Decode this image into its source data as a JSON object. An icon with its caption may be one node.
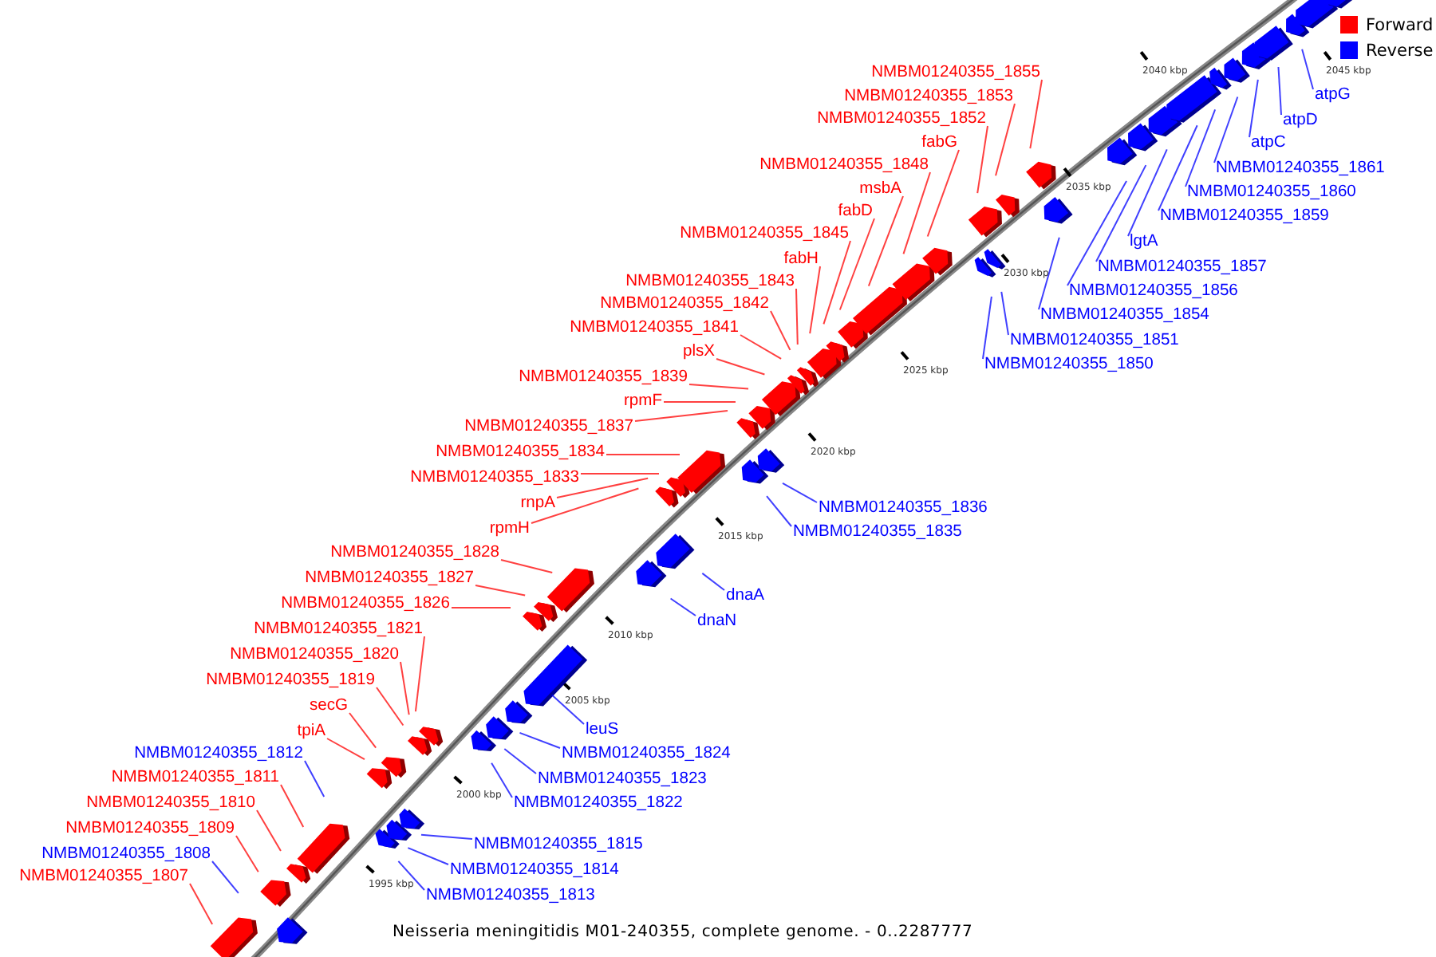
{
  "diagram": {
    "caption": "Neisseria meningitidis M01-240355, complete genome. - 0..2287777",
    "nodes": [
      {
        "text": [
          "NMBM01240355_1855"
        ]
      },
      {
        "text": [
          "atpG"
        ]
      },
      {
        "text": [
          "NMBM01240355_1853"
        ]
      },
      {
        "text": [
          "NMBM01240355_1852"
        ]
      },
      {
        "text": [
          "atpD"
        ]
      },
      {
        "text": [
          "fabG"
        ]
      },
      {
        "text": [
          "atpC"
        ]
      },
      {
        "text": [
          "NMBM01240355_1848"
        ]
      },
      {
        "text": [
          "NMBM01240355_1861"
        ]
      },
      {
        "text": [
          "msbA"
        ]
      },
      {
        "text": [
          "NMBM01240355_1860"
        ]
      },
      {
        "text": [
          "fabD"
        ]
      },
      {
        "text": [
          "NMBM01240355_1859"
        ]
      },
      {
        "text": [
          "NMBM01240355_1845"
        ]
      },
      {
        "text": [
          "lgtA"
        ]
      },
      {
        "text": [
          "fabH"
        ]
      },
      {
        "text": [
          "NMBM01240355_1857"
        ]
      },
      {
        "text": [
          "NMBM01240355_1843"
        ]
      },
      {
        "text": [
          "NMBM01240355_1856"
        ]
      },
      {
        "text": [
          "NMBM01240355_1842"
        ]
      },
      {
        "text": [
          "NMBM01240355_1854"
        ]
      },
      {
        "text": [
          "NMBM01240355_1841"
        ]
      },
      {
        "text": [
          "NMBM01240355_1851"
        ]
      },
      {
        "text": [
          "plsX"
        ]
      },
      {
        "text": [
          "NMBM01240355_1850"
        ]
      },
      {
        "text": [
          "NMBM01240355_1839"
        ]
      },
      {
        "text": [
          "rpmF"
        ]
      },
      {
        "text": [
          "NMBM01240355_1837"
        ]
      },
      {
        "text": [
          "NMBM01240355_1834"
        ]
      },
      {
        "text": [
          "NMBM01240355_1833"
        ]
      },
      {
        "text": [
          "rnpA"
        ]
      },
      {
        "text": [
          "NMBM01240355_1836"
        ]
      },
      {
        "text": [
          "rpmH"
        ]
      },
      {
        "text": [
          "NMBM01240355_1835"
        ]
      },
      {
        "text": [
          "NMBM01240355_1828"
        ]
      },
      {
        "text": [
          "NMBM01240355_1827"
        ]
      },
      {
        "text": [
          "dnaA"
        ]
      },
      {
        "text": [
          "NMBM01240355_1826"
        ]
      },
      {
        "text": [
          "dnaN"
        ]
      },
      {
        "text": [
          "NMBM01240355_1821"
        ]
      },
      {
        "text": [
          "NMBM01240355_1820"
        ]
      },
      {
        "text": [
          "NMBM01240355_1819"
        ]
      },
      {
        "text": [
          "secG"
        ]
      },
      {
        "text": [
          "leuS"
        ]
      },
      {
        "text": [
          "tpiA"
        ]
      },
      {
        "text": [
          "NMBM01240355_1812"
        ]
      },
      {
        "text": [
          "NMBM01240355_1824"
        ]
      },
      {
        "text": [
          "NMBM01240355_1811"
        ]
      },
      {
        "text": [
          "NMBM01240355_1823"
        ]
      },
      {
        "text": [
          "NMBM01240355_1810"
        ]
      },
      {
        "text": [
          "NMBM01240355_1822"
        ]
      },
      {
        "text": [
          "NMBM01240355_1809"
        ]
      },
      {
        "text": [
          "NMBM01240355_1815"
        ]
      },
      {
        "text": [
          "NMBM01240355_1808"
        ]
      },
      {
        "text": [
          "NMBM01240355_1814"
        ]
      },
      {
        "text": [
          "NMBM01240355_1807"
        ]
      },
      {
        "text": [
          "NMBM01240355_1813"
        ]
      }
    ],
    "edges": [
      {
        "from": 0,
        "to": null,
        "arrow": "none"
      },
      {
        "from": 1,
        "to": null,
        "arrow": "none",
        "color": "#0000ff"
      },
      {
        "from": 2,
        "to": null,
        "arrow": "none"
      },
      {
        "from": 3,
        "to": null,
        "arrow": "none"
      },
      {
        "from": 4,
        "to": null,
        "arrow": "none",
        "color": "#0000ff"
      },
      {
        "from": 5,
        "to": null,
        "arrow": "none"
      },
      {
        "from": 6,
        "to": null,
        "arrow": "none",
        "color": "#0000ff"
      },
      {
        "from": 7,
        "to": null,
        "arrow": "none"
      },
      {
        "from": 8,
        "to": null,
        "arrow": "none",
        "color": "#0000ff"
      },
      {
        "from": 9,
        "to": null,
        "arrow": "none"
      },
      {
        "from": 10,
        "to": null,
        "arrow": "none",
        "color": "#0000ff"
      },
      {
        "from": 11,
        "to": null,
        "arrow": "none"
      },
      {
        "from": 12,
        "to": null,
        "arrow": "none",
        "color": "#0000ff"
      },
      {
        "from": 13,
        "to": null,
        "arrow": "none"
      },
      {
        "from": 14,
        "to": null,
        "arrow": "none",
        "color": "#0000ff"
      },
      {
        "from": 15,
        "to": null,
        "arrow": "none"
      },
      {
        "from": 16,
        "to": null,
        "arrow": "none",
        "color": "#0000ff"
      },
      {
        "from": 17,
        "to": null,
        "arrow": "none"
      },
      {
        "from": 18,
        "to": null,
        "arrow": "none",
        "color": "#0000ff"
      },
      {
        "from": 19,
        "to": null,
        "arrow": "none"
      },
      {
        "from": 20,
        "to": null,
        "arrow": "none",
        "color": "#0000ff"
      },
      {
        "from": 21,
        "to": null,
        "arrow": "none"
      },
      {
        "from": 22,
        "to": null,
        "arrow": "none",
        "color": "#0000ff"
      },
      {
        "from": 23,
        "to": null,
        "arrow": "none"
      },
      {
        "from": 24,
        "to": null,
        "arrow": "none",
        "color": "#0000ff"
      },
      {
        "from": 25,
        "to": null,
        "arrow": "none"
      },
      {
        "from": 26,
        "to": null,
        "arrow": "none"
      },
      {
        "from": 27,
        "to": null,
        "arrow": "none"
      },
      {
        "from": 28,
        "to": null,
        "arrow": "none"
      },
      {
        "from": 29,
        "to": null,
        "arrow": "none"
      },
      {
        "from": 30,
        "to": null,
        "arrow": "none"
      },
      {
        "from": 31,
        "to": null,
        "arrow": "none",
        "color": "#0000ff"
      },
      {
        "from": 32,
        "to": null,
        "arrow": "none"
      },
      {
        "from": 33,
        "to": null,
        "arrow": "none",
        "color": "#0000ff"
      },
      {
        "from": 34,
        "to": null,
        "arrow": "none"
      },
      {
        "from": 35,
        "to": null,
        "arrow": "none"
      },
      {
        "from": 36,
        "to": null,
        "arrow": "none",
        "color": "#0000ff"
      },
      {
        "from": 37,
        "to": null,
        "arrow": "none"
      },
      {
        "from": 38,
        "to": null,
        "arrow": "none",
        "color": "#0000ff"
      },
      {
        "from": 39,
        "to": null,
        "arrow": "none"
      },
      {
        "from": 40,
        "to": null,
        "arrow": "none"
      },
      {
        "from": 41,
        "to": null,
        "arrow": "none"
      },
      {
        "from": 42,
        "to": null,
        "arrow": "none"
      },
      {
        "from": 43,
        "to": null,
        "arrow": "none",
        "color": "#0000ff"
      },
      {
        "from": 44,
        "to": null,
        "arrow": "none"
      },
      {
        "from": 45,
        "to": null,
        "arrow": "none",
        "color": "#0000ff"
      },
      {
        "from": 46,
        "to": null,
        "arrow": "none",
        "color": "#0000ff"
      },
      {
        "from": 47,
        "to": null,
        "arrow": "none"
      },
      {
        "from": 48,
        "to": null,
        "arrow": "none",
        "color": "#0000ff"
      },
      {
        "from": 49,
        "to": null,
        "arrow": "none"
      },
      {
        "from": 50,
        "to": null,
        "arrow": "none",
        "color": "#0000ff"
      },
      {
        "from": 51,
        "to": null,
        "arrow": "none"
      },
      {
        "from": 52,
        "to": null,
        "arrow": "none",
        "color": "#0000ff"
      },
      {
        "from": 53,
        "to": null,
        "arrow": "none",
        "color": "#0000ff"
      },
      {
        "from": 54,
        "to": null,
        "arrow": "none",
        "color": "#0000ff"
      },
      {
        "from": 55,
        "to": null,
        "arrow": "none"
      },
      {
        "from": 56,
        "to": null,
        "arrow": "none",
        "color": "#0000ff"
      }
    ],
    "labels": [
      "1995 kbp",
      "2000 kbp",
      "2005 kbp",
      "2010 kbp",
      "2015 kbp",
      "2020 kbp",
      "2025 kbp",
      "2030 kbp",
      "2035 kbp",
      "2040 kbp",
      "2045 kbp"
    ],
    "legend": [
      {
        "text": "Forward",
        "color": "#ff0000"
      },
      {
        "text": "Reverse",
        "color": "#0000ff"
      }
    ]
  }
}
